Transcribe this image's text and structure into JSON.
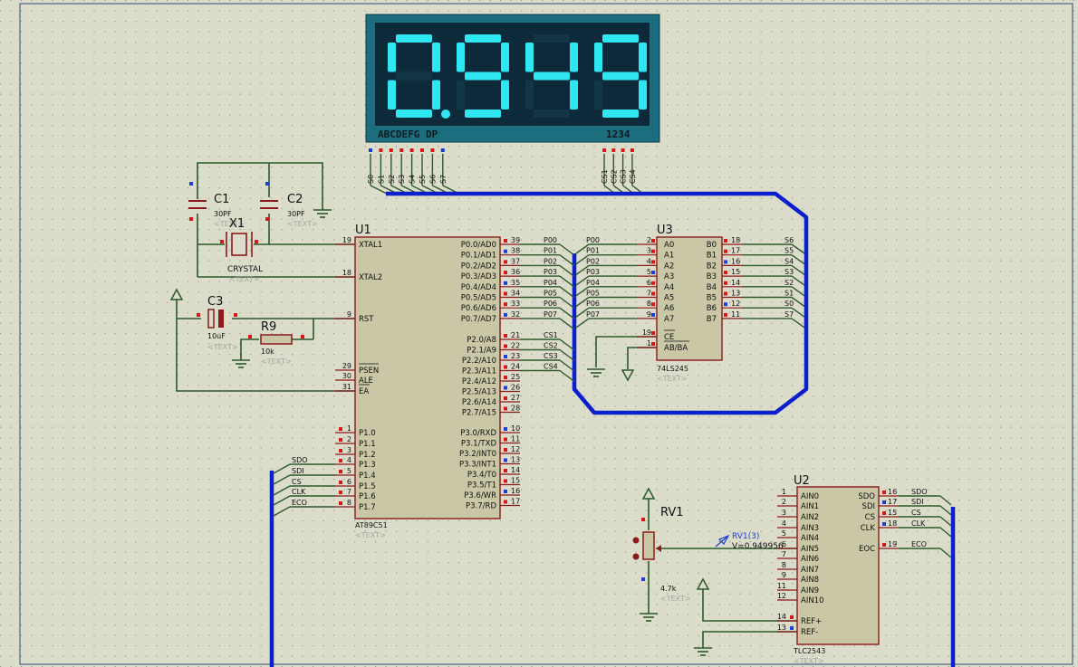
{
  "colors": {
    "background": "#dcdccb",
    "grid_dots": "#9a9a88",
    "wire": "#2a5a2a",
    "bus": "#0b1fcc",
    "chip_fill": "#c9c7a6",
    "chip_border": "#8b1a1a",
    "pin_red": "#d81818",
    "pin_blue": "#1a3fd8",
    "display_frame": "#1c6e7e",
    "display_face": "#0d2a3a",
    "display_digit": "#2fe6f3",
    "label": "#101010",
    "ref_label": "#a5a5a5"
  },
  "display": {
    "digits": "0949",
    "digit_chars": [
      "0",
      "9",
      "4",
      "9"
    ],
    "decimal_after_digit": 1,
    "segment_label": "ABCDEFG DP",
    "cs_label": "1234",
    "segment_pins": [
      "S0",
      "S1",
      "S2",
      "S3",
      "S4",
      "S5",
      "S6",
      "S7"
    ],
    "cs_pins": [
      "CS1",
      "CS2",
      "CS3",
      "CS4"
    ]
  },
  "u1": {
    "ref": "U1",
    "part": "AT89C51",
    "text": "<TEXT>",
    "left_pins": [
      {
        "num": "19",
        "name": "XTAL1"
      },
      {
        "num": "18",
        "name": "XTAL2"
      },
      {
        "num": "9",
        "name": "RST"
      },
      {
        "num": "29",
        "name": "PSEN"
      },
      {
        "num": "30",
        "name": "ALE"
      },
      {
        "num": "31",
        "name": "EA"
      },
      {
        "num": "1",
        "name": "P1.0"
      },
      {
        "num": "2",
        "name": "P1.1"
      },
      {
        "num": "3",
        "name": "P1.2"
      },
      {
        "num": "4",
        "name": "P1.3"
      },
      {
        "num": "5",
        "name": "P1.4"
      },
      {
        "num": "6",
        "name": "P1.5"
      },
      {
        "num": "7",
        "name": "P1.6"
      },
      {
        "num": "8",
        "name": "P1.7"
      }
    ],
    "right_pins": [
      {
        "num": "39",
        "name": "P0.0/AD0",
        "net": "P00"
      },
      {
        "num": "38",
        "name": "P0.1/AD1",
        "net": "P01"
      },
      {
        "num": "37",
        "name": "P0.2/AD2",
        "net": "P02"
      },
      {
        "num": "36",
        "name": "P0.3/AD3",
        "net": "P03"
      },
      {
        "num": "35",
        "name": "P0.4/AD4",
        "net": "P04"
      },
      {
        "num": "34",
        "name": "P0.5/AD5",
        "net": "P05"
      },
      {
        "num": "33",
        "name": "P0.6/AD6",
        "net": "P06"
      },
      {
        "num": "32",
        "name": "P0.7/AD7",
        "net": "P07"
      },
      {
        "num": "21",
        "name": "P2.0/A8",
        "net": "CS1"
      },
      {
        "num": "22",
        "name": "P2.1/A9",
        "net": "CS2"
      },
      {
        "num": "23",
        "name": "P2.2/A10",
        "net": "CS3"
      },
      {
        "num": "24",
        "name": "P2.3/A11",
        "net": "CS4"
      },
      {
        "num": "25",
        "name": "P2.4/A12",
        "net": ""
      },
      {
        "num": "26",
        "name": "P2.5/A13",
        "net": ""
      },
      {
        "num": "27",
        "name": "P2.6/A14",
        "net": ""
      },
      {
        "num": "28",
        "name": "P2.7/A15",
        "net": ""
      },
      {
        "num": "10",
        "name": "P3.0/RXD",
        "net": ""
      },
      {
        "num": "11",
        "name": "P3.1/TXD",
        "net": ""
      },
      {
        "num": "12",
        "name": "P3.2/INT0",
        "net": ""
      },
      {
        "num": "13",
        "name": "P3.3/INT1",
        "net": ""
      },
      {
        "num": "14",
        "name": "P3.4/T0",
        "net": ""
      },
      {
        "num": "15",
        "name": "P3.5/T1",
        "net": ""
      },
      {
        "num": "16",
        "name": "P3.6/WR",
        "net": ""
      },
      {
        "num": "17",
        "name": "P3.7/RD",
        "net": ""
      }
    ],
    "p1_nets": [
      "SDO",
      "SDI",
      "CS",
      "CLK",
      "ECO"
    ]
  },
  "u3": {
    "ref": "U3",
    "part": "74LS245",
    "text": "<TEXT>",
    "left_pins": [
      {
        "num": "2",
        "name": "A0",
        "net": "P00"
      },
      {
        "num": "3",
        "name": "A1",
        "net": "P01"
      },
      {
        "num": "4",
        "name": "A2",
        "net": "P02"
      },
      {
        "num": "5",
        "name": "A3",
        "net": "P03"
      },
      {
        "num": "6",
        "name": "A4",
        "net": "P04"
      },
      {
        "num": "7",
        "name": "A5",
        "net": "P05"
      },
      {
        "num": "8",
        "name": "A6",
        "net": "P06"
      },
      {
        "num": "9",
        "name": "A7",
        "net": "P07"
      },
      {
        "num": "19",
        "name": "CE",
        "net": ""
      },
      {
        "num": "1",
        "name": "AB/BA",
        "net": ""
      }
    ],
    "right_pins": [
      {
        "num": "18",
        "name": "B0",
        "net": "S6"
      },
      {
        "num": "17",
        "name": "B1",
        "net": "S5"
      },
      {
        "num": "16",
        "name": "B2",
        "net": "S4"
      },
      {
        "num": "15",
        "name": "B3",
        "net": "S3"
      },
      {
        "num": "14",
        "name": "B4",
        "net": "S2"
      },
      {
        "num": "13",
        "name": "B5",
        "net": "S1"
      },
      {
        "num": "12",
        "name": "B6",
        "net": "S0"
      },
      {
        "num": "11",
        "name": "B7",
        "net": "S7"
      }
    ]
  },
  "u2": {
    "ref": "U2",
    "part": "TLC2543",
    "text": "<TEXT>",
    "left_pins": [
      {
        "num": "1",
        "name": "AIN0"
      },
      {
        "num": "2",
        "name": "AIN1"
      },
      {
        "num": "3",
        "name": "AIN2"
      },
      {
        "num": "4",
        "name": "AIN3"
      },
      {
        "num": "5",
        "name": "AIN4"
      },
      {
        "num": "6",
        "name": "AIN5"
      },
      {
        "num": "7",
        "name": "AIN6"
      },
      {
        "num": "8",
        "name": "AIN7"
      },
      {
        "num": "9",
        "name": "AIN8"
      },
      {
        "num": "11",
        "name": "AIN9"
      },
      {
        "num": "12",
        "name": "AIN10"
      },
      {
        "num": "14",
        "name": "REF+"
      },
      {
        "num": "13",
        "name": "REF-"
      }
    ],
    "right_pins": [
      {
        "num": "16",
        "name": "SDO",
        "net": "SDO"
      },
      {
        "num": "17",
        "name": "SDI",
        "net": "SDI"
      },
      {
        "num": "15",
        "name": "CS",
        "net": "CS"
      },
      {
        "num": "18",
        "name": "CLK",
        "net": "CLK"
      },
      {
        "num": "19",
        "name": "EOC",
        "net": "ECO"
      }
    ]
  },
  "c1": {
    "ref": "C1",
    "value": "30PF",
    "text": "<TEXT>"
  },
  "c2": {
    "ref": "C2",
    "value": "30PF",
    "text": "<TEXT>"
  },
  "c3": {
    "ref": "C3",
    "value": "10uF",
    "text": "<TEXT>"
  },
  "x1": {
    "ref": "X1",
    "value": "CRYSTAL",
    "text": "<TEXT>"
  },
  "r9": {
    "ref": "R9",
    "value": "10k",
    "text": "<TEXT>"
  },
  "rv1": {
    "ref": "RV1",
    "value": "4.7k",
    "text": "<TEXT>",
    "probe_label": "RV1(3)",
    "probe_value": "V=0.949956"
  }
}
